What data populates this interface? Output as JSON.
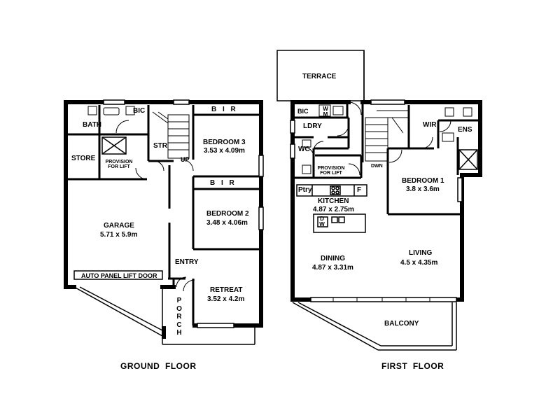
{
  "ground_floor": {
    "caption": "GROUND  FLOOR",
    "rooms": {
      "bath": "BATH",
      "bic": "BIC",
      "str": "STR",
      "store": "STORE",
      "lift": "PROVISION FOR LIFT",
      "up": "UP",
      "bir_top": "B I R",
      "bir_mid": "B I R",
      "bedroom3": {
        "name": "BEDROOM 3",
        "size": "3.53 x 4.09m"
      },
      "bedroom2": {
        "name": "BEDROOM 2",
        "size": "3.48 x 4.06m"
      },
      "garage": {
        "name": "GARAGE",
        "size": "5.71 x 5.9m"
      },
      "entry": "ENTRY",
      "retreat": {
        "name": "RETREAT",
        "size": "3.52 x 4.2m"
      },
      "porch": "PORCH",
      "garage_door": "AUTO PANEL LIFT DOOR"
    }
  },
  "first_floor": {
    "caption": "FIRST  FLOOR",
    "rooms": {
      "terrace": "TERRACE",
      "bic": "BIC",
      "wm": "W M",
      "ldry": "LDRY",
      "wc": "WC",
      "lift": "PROVISION FOR LIFT",
      "wir": "WIR",
      "ens": "ENS",
      "dwn": "DWN",
      "bedroom1": {
        "name": "BEDROOM 1",
        "size": "3.8 x 3.6m"
      },
      "ptry": "Ptry",
      "fridge": "F",
      "dw": "D W",
      "kitchen": {
        "name": "KITCHEN",
        "size": "4.87 x 2.75m"
      },
      "dining": {
        "name": "DINING",
        "size": "4.87 x 3.31m"
      },
      "living": {
        "name": "LIVING",
        "size": "4.5 x 4.35m"
      },
      "balcony": "BALCONY"
    }
  }
}
